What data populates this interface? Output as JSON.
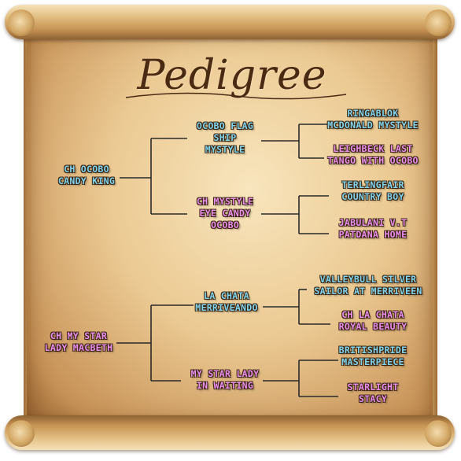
{
  "title": "Pedigree",
  "colors": {
    "male": "#7fd6f2",
    "female": "#ea8ef0",
    "ink": "#4a2a12",
    "line": "#2a2a2a"
  },
  "pedigree": {
    "dog1": {
      "name": "CH OCOBO\nCANDY KING",
      "sex": "male"
    },
    "dog1_sire": {
      "name": "OCOBO FLAG\nSHIP\nMYSTYLE",
      "sex": "male"
    },
    "dog1_dam": {
      "name": "CH MYSTYLE\nEYE CANDY\nOCOBO",
      "sex": "female"
    },
    "dog1_sire_sire": {
      "name": "RINGABLOK\nMCDONALD MYSTYLE",
      "sex": "male"
    },
    "dog1_sire_dam": {
      "name": "LEIGHBECK LAST\nTANGO WITH OCOBO",
      "sex": "female"
    },
    "dog1_dam_sire": {
      "name": "TERLINGFAIR\nCOUNTRY BOY",
      "sex": "male"
    },
    "dog1_dam_dam": {
      "name": "JABULANI V.T\nPATDANA HOME",
      "sex": "female"
    },
    "dog2": {
      "name": "CH MY STAR\nLADY MACBETH",
      "sex": "female"
    },
    "dog2_sire": {
      "name": "LA CHATA\nMERRIVEANDO",
      "sex": "male"
    },
    "dog2_dam": {
      "name": "MY STAR LADY\nIN WAITING",
      "sex": "female"
    },
    "dog2_sire_sire": {
      "name": "VALLEYBULL SILVER\nSAILOR AT MERRIVEEN",
      "sex": "male"
    },
    "dog2_sire_dam": {
      "name": "CH LA CHATA\nROYAL BEAUTY",
      "sex": "female"
    },
    "dog2_dam_sire": {
      "name": "BRITISHPRIDE\nMASTERPIECE",
      "sex": "male"
    },
    "dog2_dam_dam": {
      "name": "STARLIGHT\nSTACY",
      "sex": "female"
    }
  }
}
